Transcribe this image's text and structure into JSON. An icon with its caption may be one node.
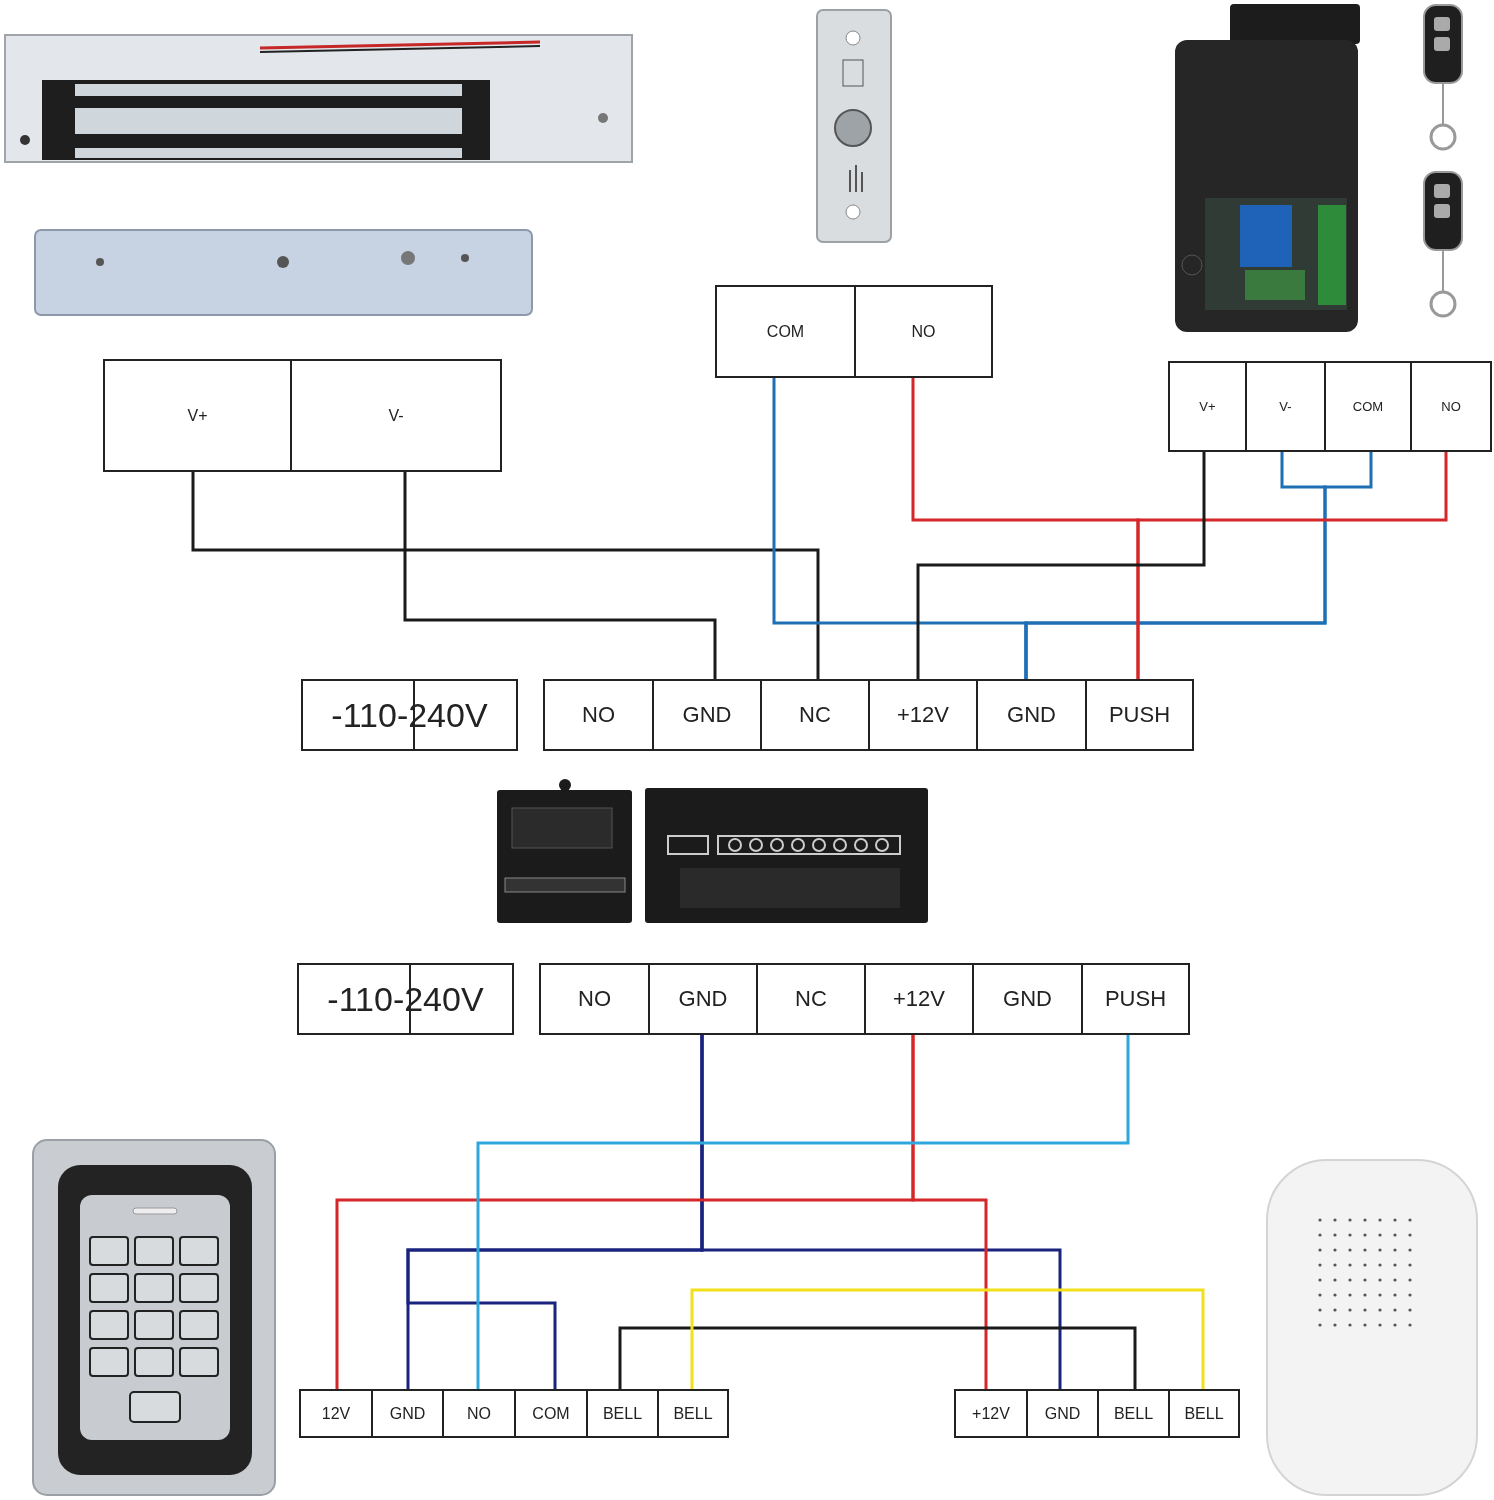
{
  "diagram": {
    "nodes": [
      {
        "text": [
          "COM"
        ]
      },
      {
        "text": [
          "NO"
        ]
      },
      {
        "text": [
          "V+"
        ]
      },
      {
        "text": [
          "V-"
        ]
      },
      {
        "text": [
          "V+"
        ]
      },
      {
        "text": [
          "V-"
        ]
      },
      {
        "text": [
          "COM"
        ]
      },
      {
        "text": [
          "NO"
        ]
      },
      {
        "text": [
          "-110-240V"
        ]
      },
      {
        "text": [
          "NO"
        ]
      },
      {
        "text": [
          "GND"
        ]
      },
      {
        "text": [
          "NC"
        ]
      },
      {
        "text": [
          "+12V"
        ]
      },
      {
        "text": [
          "GND"
        ]
      },
      {
        "text": [
          "PUSH"
        ]
      },
      {
        "text": [
          "-110-240V"
        ]
      },
      {
        "text": [
          "NO"
        ]
      },
      {
        "text": [
          "GND"
        ]
      },
      {
        "text": [
          "NC"
        ]
      },
      {
        "text": [
          "+12V"
        ]
      },
      {
        "text": [
          "GND"
        ]
      },
      {
        "text": [
          "PUSH"
        ]
      },
      {
        "text": [
          "12V"
        ]
      },
      {
        "text": [
          "GND"
        ]
      },
      {
        "text": [
          "NO"
        ]
      },
      {
        "text": [
          "COM"
        ]
      },
      {
        "text": [
          "BELL"
        ]
      },
      {
        "text": [
          "BELL"
        ]
      },
      {
        "text": [
          "+12V"
        ]
      },
      {
        "text": [
          "GND"
        ]
      },
      {
        "text": [
          "BELL"
        ]
      },
      {
        "text": [
          "BELL"
        ]
      }
    ],
    "edges": [
      {
        "from": 2,
        "to": 11,
        "arrow": "none",
        "color": "#1a1a1a"
      },
      {
        "from": 3,
        "to": 10,
        "arrow": "none",
        "color": "#1a1a1a"
      },
      {
        "from": 0,
        "to": 13,
        "arrow": "none",
        "color": "#1f6fb5"
      },
      {
        "from": 5,
        "to": 13,
        "arrow": "none",
        "color": "#1f6fb5"
      },
      {
        "from": 6,
        "to": 13,
        "arrow": "none",
        "color": "#1f6fb5"
      },
      {
        "from": 1,
        "to": 14,
        "arrow": "none",
        "color": "#d62728"
      },
      {
        "from": 7,
        "to": 14,
        "arrow": "none",
        "color": "#d62728"
      },
      {
        "from": 4,
        "to": 12,
        "arrow": "none",
        "color": "#1a1a1a"
      },
      {
        "from": 17,
        "to": 23,
        "arrow": "none",
        "color": "#1a237e"
      },
      {
        "from": 17,
        "to": 25,
        "arrow": "none",
        "color": "#1a237e"
      },
      {
        "from": 17,
        "to": 29,
        "arrow": "none",
        "color": "#1a237e"
      },
      {
        "from": 19,
        "to": 22,
        "arrow": "none",
        "color": "#d62728"
      },
      {
        "from": 19,
        "to": 28,
        "arrow": "none",
        "color": "#d62728"
      },
      {
        "from": 21,
        "to": 24,
        "arrow": "none",
        "color": "#2ea8dc"
      },
      {
        "from": 26,
        "to": 30,
        "arrow": "none",
        "color": "#1a1a1a"
      },
      {
        "from": 27,
        "to": 31,
        "arrow": "none",
        "color": "#f2e01b"
      }
    ]
  }
}
